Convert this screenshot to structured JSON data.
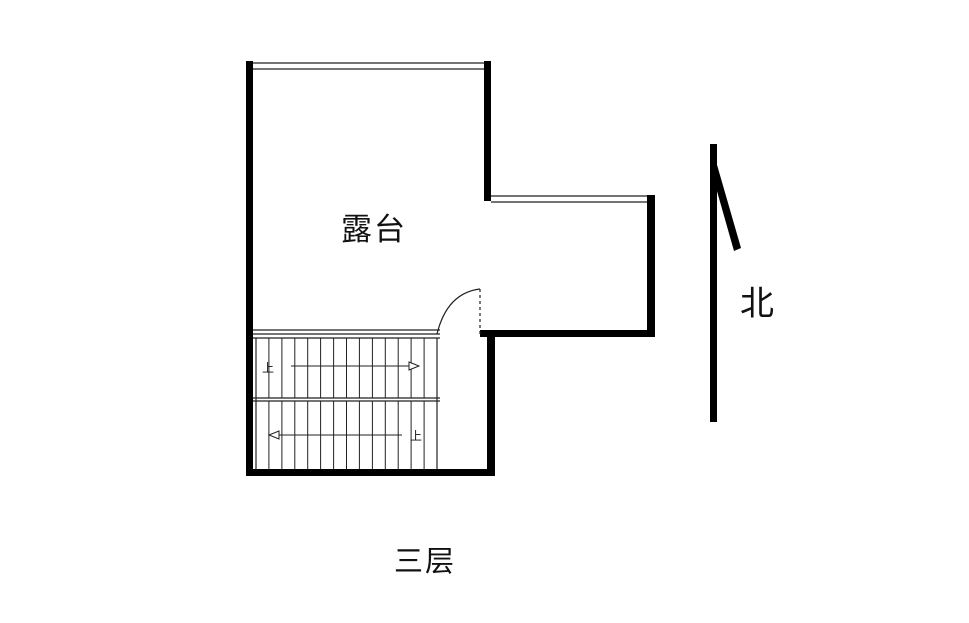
{
  "room": {
    "name": "露台"
  },
  "compass": {
    "label": "北"
  },
  "floor": {
    "label": "三层"
  },
  "stairs": {
    "upper_flight_mark": "上",
    "lower_flight_mark": "上",
    "tread_count": 14
  },
  "colors": {
    "wall": "#000000",
    "line": "#222222",
    "background": "#ffffff"
  }
}
